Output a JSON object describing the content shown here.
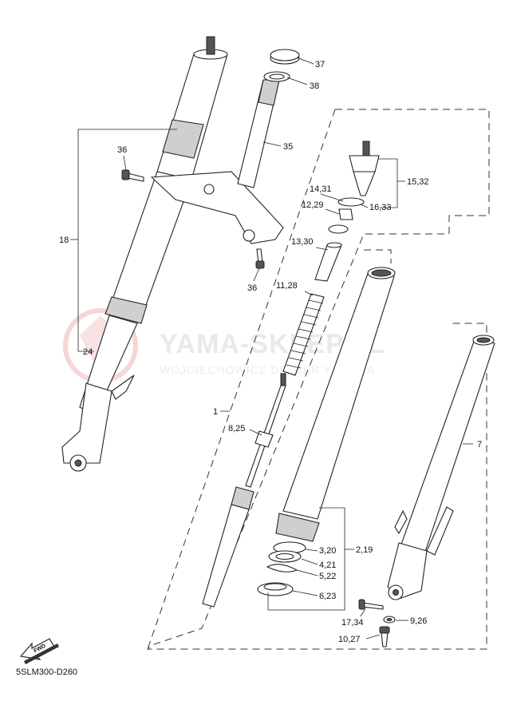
{
  "diagram_code": "5SLM300-D260",
  "fwd_label": "FWD",
  "watermark": {
    "title": "YAMA-SKLEP.PL",
    "subtitle": "WOJCIECHOWICZ DEALER YAMAHA"
  },
  "callouts": {
    "c1": "1",
    "c7": "7",
    "c18": "18",
    "c24": "24",
    "c35": "35",
    "c36a": "36",
    "c36b": "36",
    "c37": "37",
    "c38": "38",
    "c15_32": "15,32",
    "c14_31": "14,31",
    "c16_33": "16,33",
    "c12_29": "12,29",
    "c13_30": "13,30",
    "c11_28": "11,28",
    "c8_25": "8,25",
    "c2_19": "2,19",
    "c3_20": "3,20",
    "c4_21": "4,21",
    "c5_22": "5,22",
    "c6_23": "6,23",
    "c17_34": "17,34",
    "c9_26": "9,26",
    "c10_27": "10,27"
  }
}
